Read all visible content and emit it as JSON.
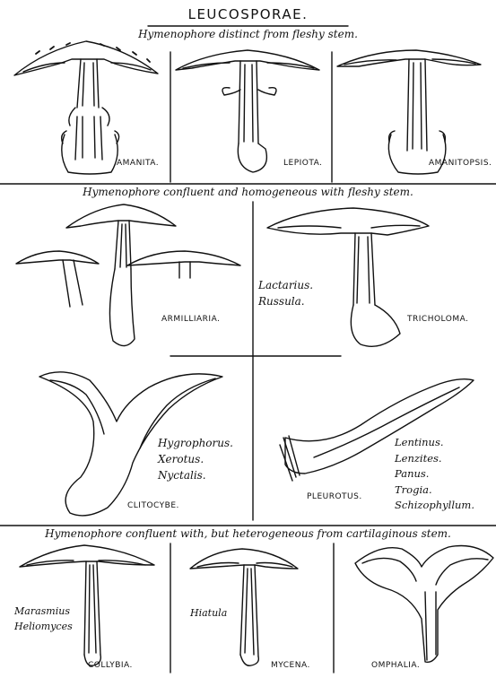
{
  "title": "LEUCOSPORAE.",
  "sections": [
    {
      "note": "Hymenophore distinct from fleshy stem.",
      "genera": [
        "AMANITA.",
        "LEPIOTA.",
        "AMANITOPSIS."
      ]
    },
    {
      "note": "Hymenophore confluent and homogeneous with fleshy stem.",
      "genera": [
        "ARMILLIARIA.",
        "TRICHOLOMA.",
        "CLITOCYBE.",
        "PLEUROTUS."
      ],
      "subgenera": {
        "tricholoma": [
          "Lactarius.",
          "Russula."
        ],
        "clitocybe": [
          "Hygrophorus.",
          "Xerotus.",
          "Nyctalis."
        ],
        "pleurotus": [
          "Lentinus.",
          "Lenzites.",
          "Panus.",
          "Trogia.",
          "Schizophyllum."
        ]
      }
    },
    {
      "note": "Hymenophore confluent with, but heterogeneous from cartilaginous stem.",
      "genera": [
        "COLLYBIA.",
        "MYCENA.",
        "OMPHALIA."
      ],
      "subgenera": {
        "collybia": [
          "Marasmius",
          "Heliomyces"
        ],
        "mycena": [
          "Hiatula"
        ]
      }
    }
  ]
}
